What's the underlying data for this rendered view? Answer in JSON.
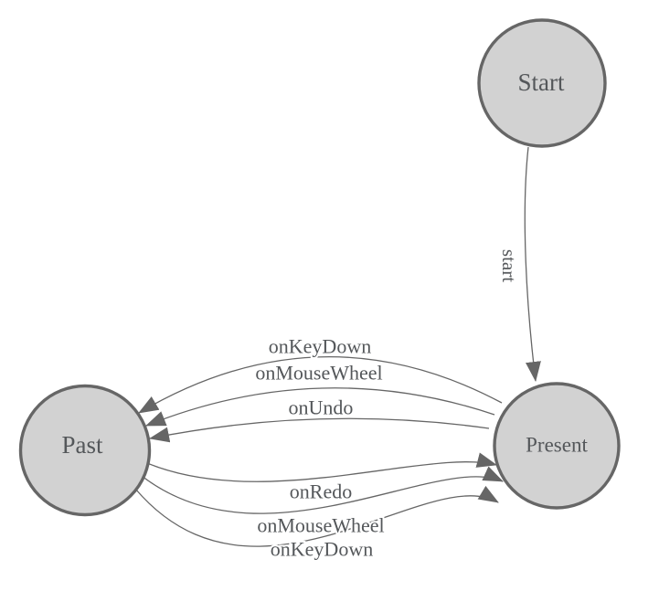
{
  "diagram_type": "state-machine",
  "colors": {
    "background": "#ffffff",
    "node_fill": "#d2d2d2",
    "node_stroke": "#666666",
    "edge_stroke": "#666666",
    "arrow_fill": "#666666",
    "label_text": "#54575a"
  },
  "nodes": [
    {
      "id": "start",
      "label": "Start"
    },
    {
      "id": "present",
      "label": "Present"
    },
    {
      "id": "past",
      "label": "Past"
    }
  ],
  "edges": [
    {
      "from": "Start",
      "to": "Present",
      "label": "start"
    },
    {
      "from": "Present",
      "to": "Past",
      "label": "onKeyDown"
    },
    {
      "from": "Present",
      "to": "Past",
      "label": "onMouseWheel"
    },
    {
      "from": "Present",
      "to": "Past",
      "label": "onUndo"
    },
    {
      "from": "Past",
      "to": "Present",
      "label": "onRedo"
    },
    {
      "from": "Past",
      "to": "Present",
      "label": "onMouseWheel"
    },
    {
      "from": "Past",
      "to": "Present",
      "label": "onKeyDown"
    }
  ]
}
